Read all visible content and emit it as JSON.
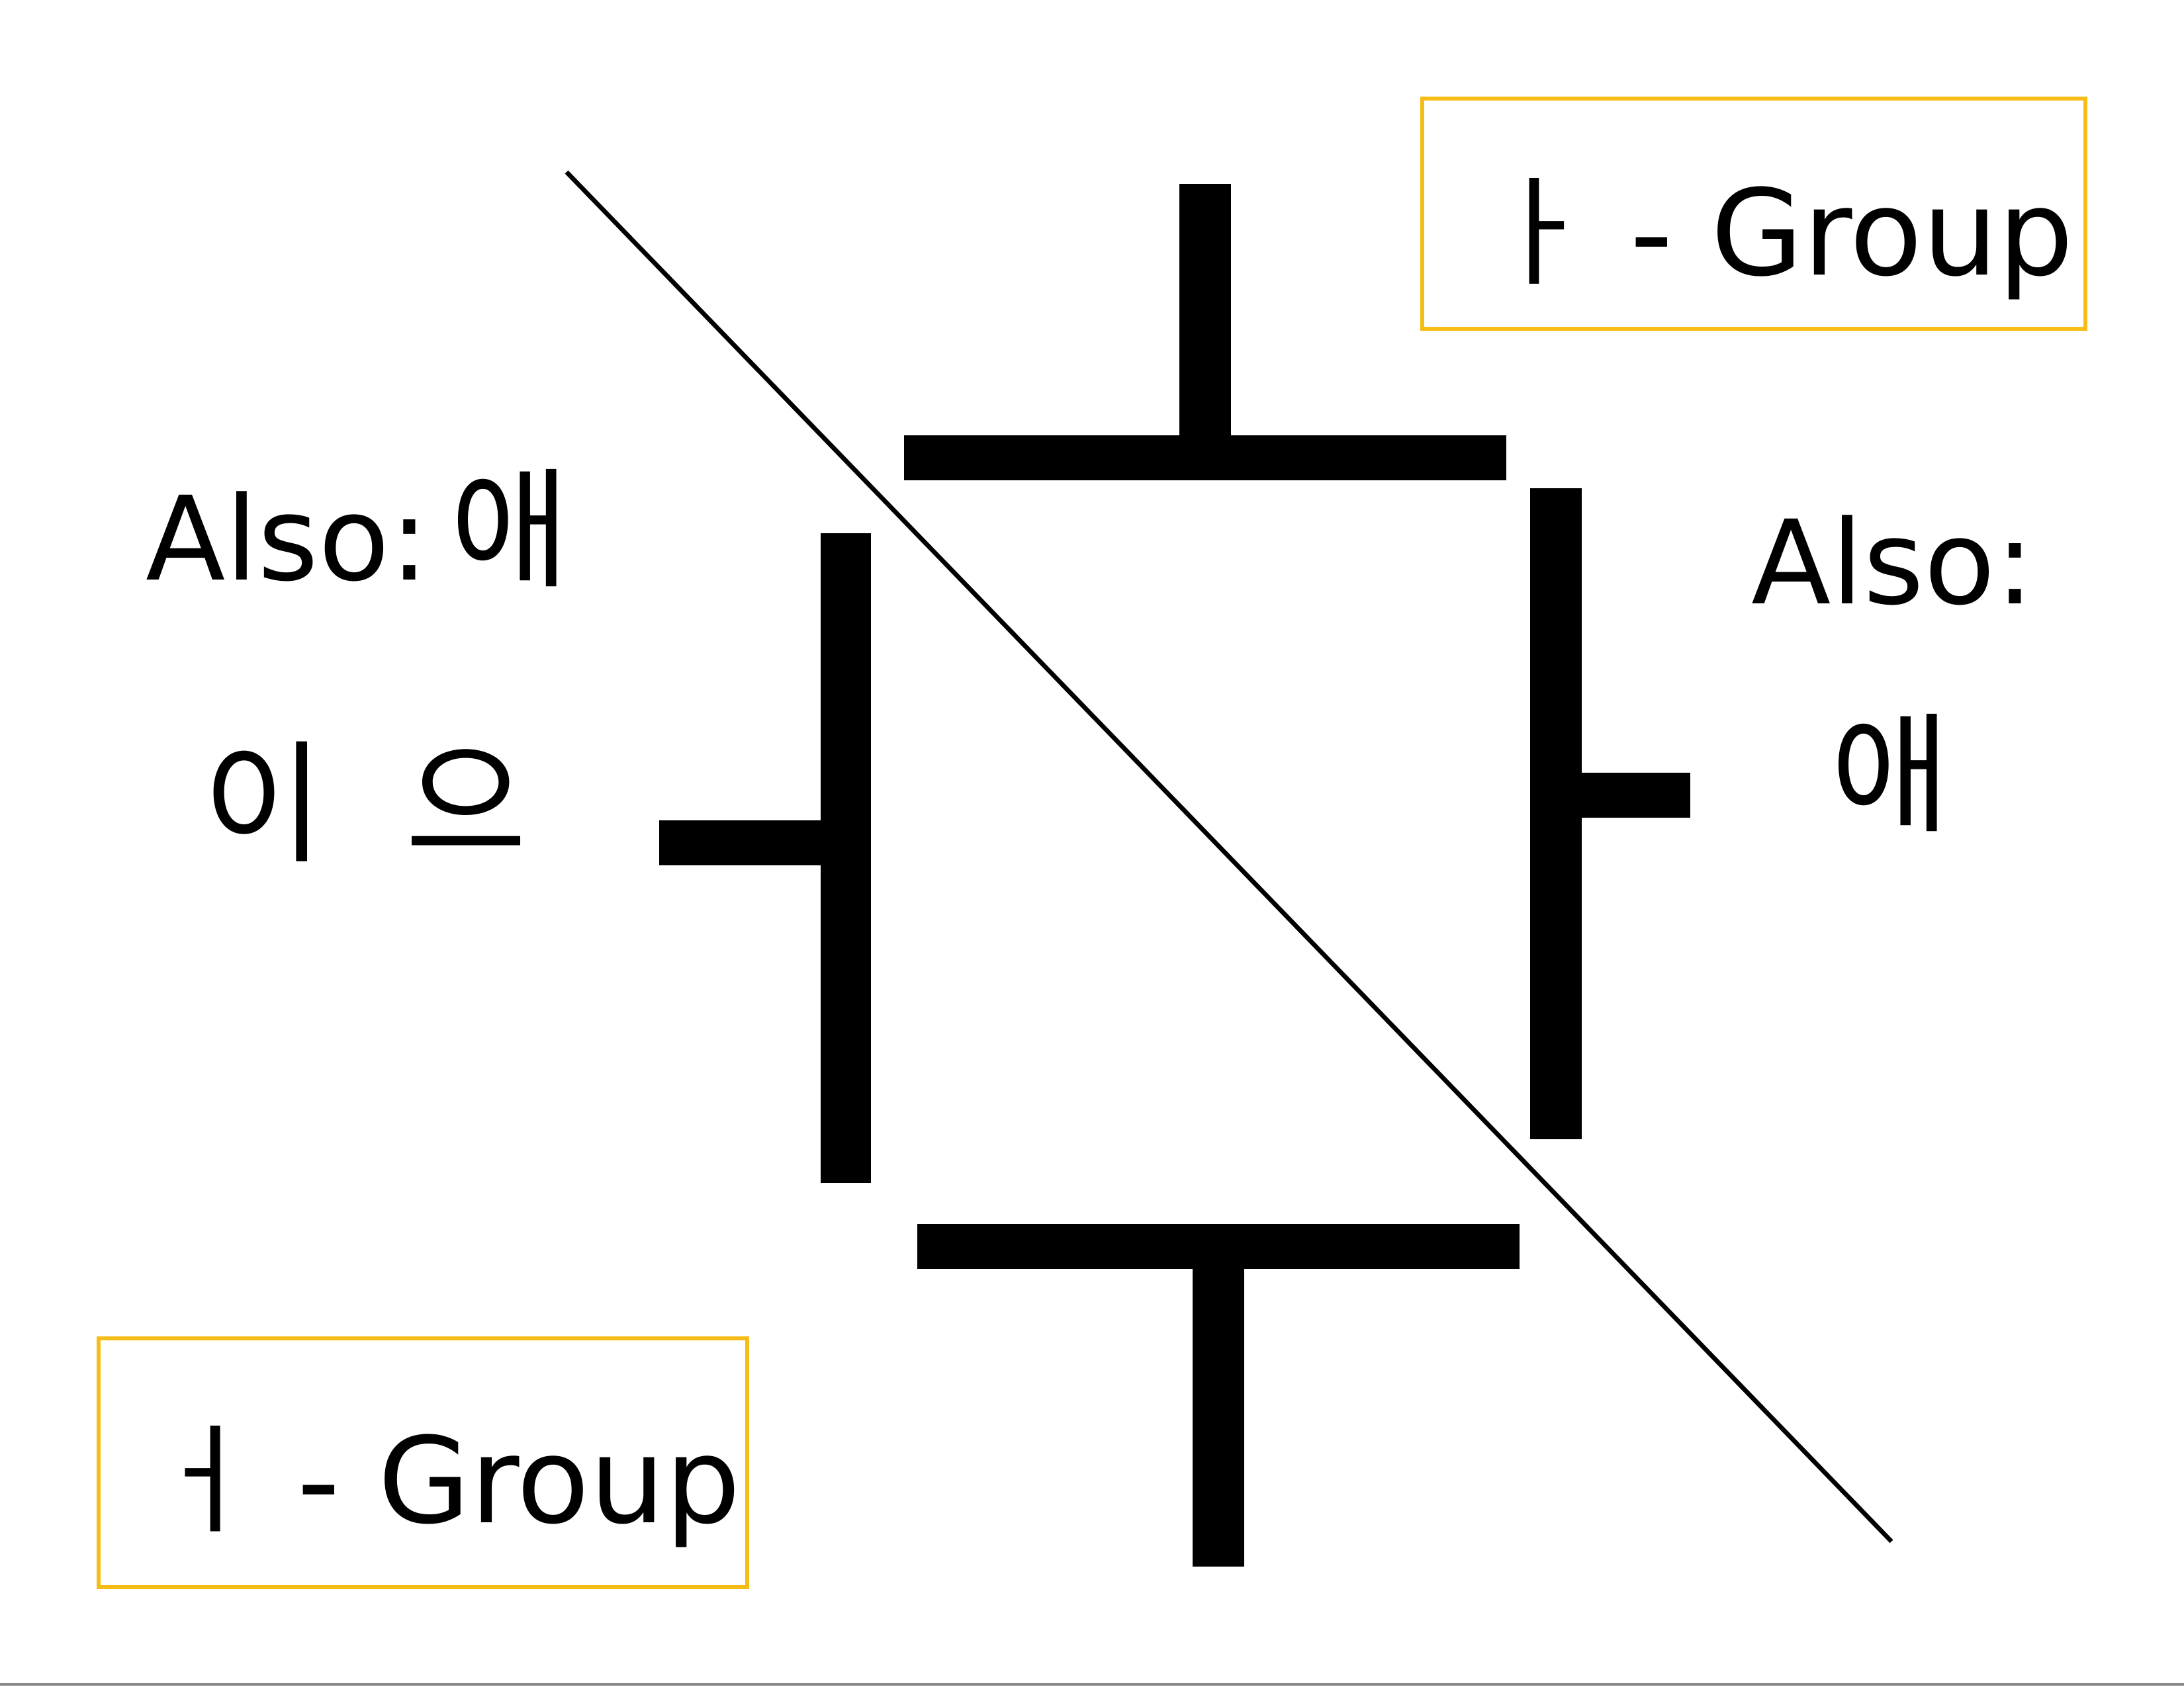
{
  "groups": {
    "top_right": {
      "label": "ㅏ - Group"
    },
    "bottom_left": {
      "label": "ㅓ - Group"
    }
  },
  "left_side": {
    "also_label": "Also:",
    "also_word": "애",
    "vowel_1": "이",
    "vowel_2": "으"
  },
  "right_side": {
    "also_label": "Also:",
    "also_word": "애"
  },
  "colors": {
    "box_border": "#f6bd16",
    "strokes": "#000000",
    "background": "#ffffff"
  }
}
